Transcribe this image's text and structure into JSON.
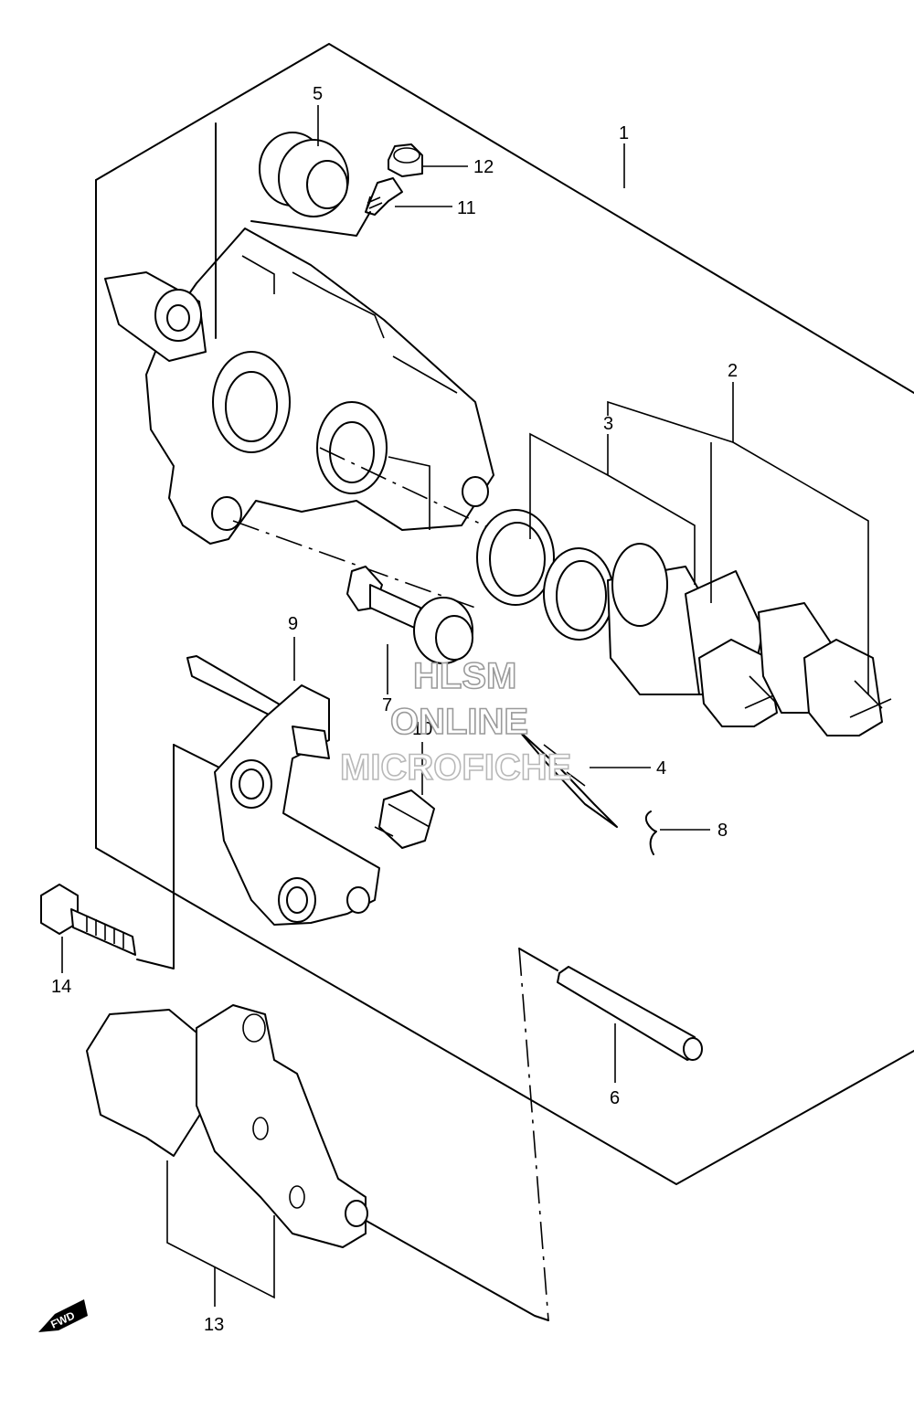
{
  "callouts": {
    "c1": "1",
    "c2": "2",
    "c3": "3",
    "c4": "4",
    "c5": "5",
    "c6": "6",
    "c7": "7",
    "c8": "8",
    "c9": "9",
    "c10": "10",
    "c11": "11",
    "c12": "12",
    "c13": "13",
    "c14": "14"
  },
  "watermark": {
    "line1": "HLSM",
    "line2": "ONLINE",
    "line3": "MICROFICHE"
  },
  "direction_badge": {
    "label": "FWD"
  }
}
